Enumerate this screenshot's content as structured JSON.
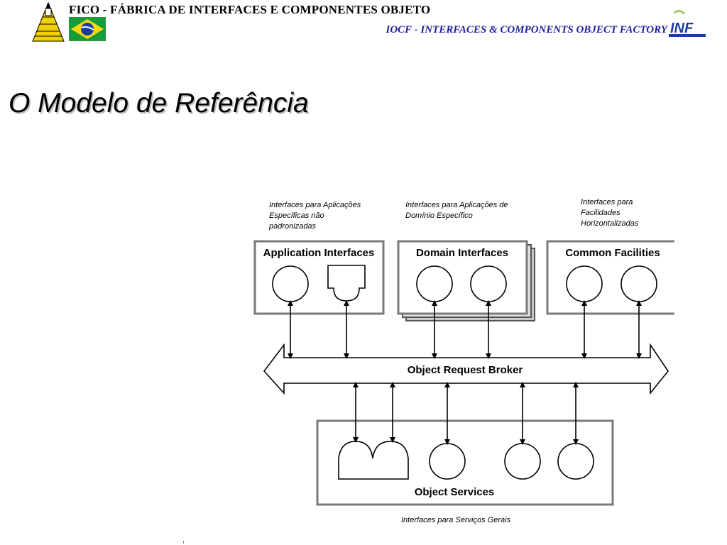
{
  "header": {
    "title": "FICO - FÁBRICA DE INTERFACES E COMPONENTES OBJETO",
    "subtitle": "IOCF - INTERFACES & COMPONENTS OBJECT FACTORY",
    "logos": [
      "pyramid-logo",
      "brazil-flag",
      "inf-logo"
    ]
  },
  "page": {
    "title": "O Modelo de Referência"
  },
  "diagram": {
    "notes": {
      "application": [
        "Interfaces para Aplicações",
        "Específicas não",
        "padronizadas"
      ],
      "domain": [
        "Interfaces para Aplicações de",
        "Domínio Específico"
      ],
      "facilities": [
        "Interfaces para",
        "Facilidades",
        "Horizontalizadas"
      ],
      "services": "Interfaces para Serviços Gerais"
    },
    "boxes": {
      "application": "Application Interfaces",
      "domain": "Domain Interfaces",
      "facilities": "Common Facilities",
      "services": "Object Services"
    },
    "broker": "Object Request Broker"
  },
  "colors": {
    "box_border": "#7a7a7a",
    "subtitle": "#1f1fa0",
    "flag_green": "#1a9a3a",
    "flag_yellow": "#f5d90a",
    "flag_blue": "#1d3d9e",
    "pyramid": "#e8c800"
  }
}
